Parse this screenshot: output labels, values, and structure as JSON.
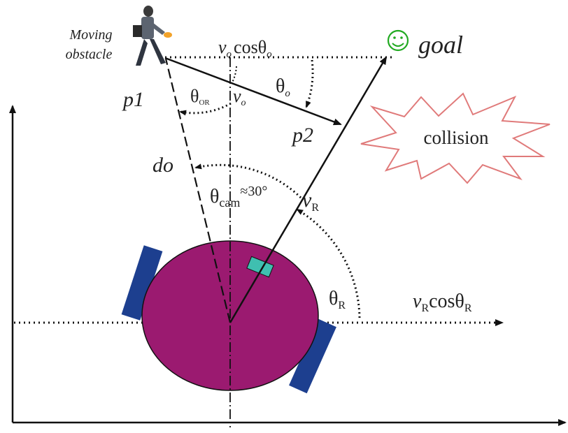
{
  "labels": {
    "obstacle_line1": "Moving",
    "obstacle_line2": "obstacle",
    "vo_cos_v": "v",
    "vo_cos_sub": "o",
    "vo_cos_rest": "cosθ",
    "vo_cos_sub2": "o",
    "goal": "goal",
    "smiley": "☺",
    "p1": "p1",
    "p2": "p2",
    "theta_or": "θ",
    "theta_or_sub": "OR",
    "vo": "v",
    "vo_sub": "o",
    "theta_o": "θ",
    "theta_o_sub": "o",
    "collision": "collision",
    "do": "do",
    "theta_cam": "θ",
    "theta_cam_sub": "cam",
    "theta_cam_approx": "≈30°",
    "vR": "v",
    "vR_sub": "R",
    "theta_R": "θ",
    "theta_R_sub": "R",
    "vR_cos_v": "v",
    "vR_cos_sub": "R",
    "vR_cos_rest": "cosθ",
    "vR_cos_sub2": "R"
  },
  "colors": {
    "robot_body": "#9b1a70",
    "wheel": "#1d3f8f",
    "camera": "#3fbfb0",
    "collision_star": "#e07a7a",
    "smiley": "#22aa22",
    "ink": "#111111"
  }
}
